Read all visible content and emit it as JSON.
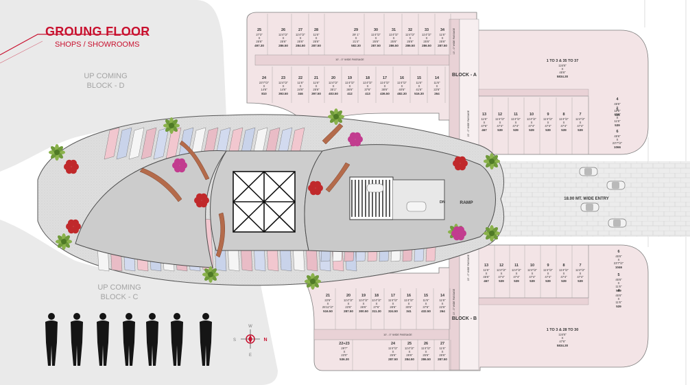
{
  "header": {
    "title": "GROUNG FLOOR",
    "subtitle": "SHOPS / SHOWROOMS"
  },
  "upcoming": [
    {
      "line1": "UP COMING",
      "line2": "BLOCK - D"
    },
    {
      "line1": "UP COMING",
      "line2": "BLOCK - C"
    }
  ],
  "block_labels": {
    "a": "BLOCK - A",
    "b": "BLOCK - B"
  },
  "ramp": {
    "label": "RAMP",
    "dn": "DN"
  },
  "entry": {
    "label": "18.00 MT. WIDE ENTRY"
  },
  "passages": {
    "a_horizontal": "10' - 0\" WIDE PASSAGE",
    "b_horizontal": "10' - 0\" WIDE PASSAGE",
    "a_vertical": "10' - 0\" WIDE PASSAGE",
    "b_vertical": "10' - 0\" WIDE PASSAGE",
    "a_vertical2": "22' - 0\" WIDE PASSAGE",
    "b_vertical2": "22' - 0\" WIDE PASSAGE"
  },
  "compass": {
    "n": "N",
    "s": "S",
    "e": "E",
    "w": "W"
  },
  "colors": {
    "accent": "#c8102e",
    "shop_fill": "#f3e4e6",
    "plaza": "#d9d9d9",
    "tree": "#6f9a3a",
    "flower_red": "#c0292b",
    "flower_pink": "#c23c8f",
    "ramp_edge": "#b46b4b"
  },
  "block_a": {
    "top_row": [
      {
        "no": "25",
        "dim": "27'3\" X 25'6\"",
        "area": "497.30"
      },
      {
        "no": "26",
        "dim": "11'4\"/2\" X 25'6\"",
        "area": "286.50"
      },
      {
        "no": "27",
        "dim": "11'4\"/2\" X 25'6\"",
        "area": "284.50"
      },
      {
        "no": "28",
        "dim": "11'6\" X 25'6\"",
        "area": "287.50"
      },
      {
        "no": "29",
        "dim": "29' 1\" X 21'4\"",
        "area": "582.30"
      },
      {
        "no": "30",
        "dim": "11'4\"/2\" X 25'6\"",
        "area": "287.50"
      },
      {
        "no": "31",
        "dim": "11'4\"/2\" X 25'6\"",
        "area": "286.50"
      },
      {
        "no": "32",
        "dim": "11'4\"/2\" X 25'6\"",
        "area": "286.50"
      },
      {
        "no": "33",
        "dim": "11'4\"/2\" X 25'6\"",
        "area": "286.50"
      },
      {
        "no": "34",
        "dim": "11'6\" X 25'6\"",
        "area": "287.50"
      }
    ],
    "mid_row": [
      {
        "no": "24",
        "dim": "23'7\"/2\" X 14'6\"",
        "area": "810"
      },
      {
        "no": "23",
        "dim": "11'4\"/2\" X 14'6\"",
        "area": "393.50"
      },
      {
        "no": "22",
        "dim": "11'6\" X 24'6\"",
        "area": "346"
      },
      {
        "no": "21",
        "dim": "11'6\" X 25'6\"",
        "area": "397.50"
      },
      {
        "no": "20",
        "dim": "11'4\"/2\" X 35'1\"",
        "area": "403.50"
      },
      {
        "no": "19",
        "dim": "11'4\"/2\" X 36'6\"",
        "area": "412"
      },
      {
        "no": "18",
        "dim": "11'4\"/2\" X 37'6\"",
        "area": "413"
      },
      {
        "no": "17",
        "dim": "11'4\"/2\" X 38'6\"",
        "area": "436.50"
      },
      {
        "no": "16",
        "dim": "11'4\"/2\" X 40'6\"",
        "area": "482.30"
      },
      {
        "no": "15",
        "dim": "11'6\" X 41'6\"",
        "area": "516.30"
      },
      {
        "no": "14",
        "dim": "11'6\" X 22'6\"",
        "area": "264"
      }
    ],
    "right_row": [
      {
        "no": "13",
        "dim": "11'6\" X 47'6\"",
        "area": "467"
      },
      {
        "no": "12",
        "dim": "11'4\"/2\" X 47'4\"",
        "area": "539"
      },
      {
        "no": "11",
        "dim": "11'4\"/2\" X 47'4\"",
        "area": "539"
      },
      {
        "no": "10",
        "dim": "11'4\"/2\" X 47'4\"",
        "area": "539"
      },
      {
        "no": "9",
        "dim": "11'4\"/2\" X 47'4\"",
        "area": "539"
      },
      {
        "no": "8",
        "dim": "11'4\"/2\" X 47'4\"",
        "area": "539"
      },
      {
        "no": "7",
        "dim": "11'4\"/2\" X 47'4\"",
        "area": "539"
      }
    ],
    "big": {
      "no": "1 TO 3 & 35 TO 37",
      "dim": "124'6\" X 45'6\"",
      "area": "5834.30"
    },
    "east": [
      {
        "no": "4",
        "dim": "45'6\" X 11'6\"",
        "area": "539"
      },
      {
        "no": "5",
        "dim": "45'6\" X 11'6\"",
        "area": "539"
      },
      {
        "no": "6",
        "dim": "45'6\" X 23'7\"/2\"",
        "area": "1066"
      }
    ]
  },
  "block_b": {
    "top_row": [
      {
        "no": "21",
        "dim": "22'6\" X 25'11\"/2\"",
        "area": "516.50"
      },
      {
        "no": "20",
        "dim": "11'4\"/2\" X 23'6\"",
        "area": "287.50"
      },
      {
        "no": "19",
        "dim": "11'4\"/2\" X 26'6\"",
        "area": "300.50"
      },
      {
        "no": "18",
        "dim": "11'4\"/2\" X 27'6\"",
        "area": "311.30"
      },
      {
        "no": "17",
        "dim": "11'4\"/2\" X 28'6\"",
        "area": "324.50"
      },
      {
        "no": "16",
        "dim": "11'4\"/2\" X 30'6\"",
        "area": "341"
      },
      {
        "no": "15",
        "dim": "11'6\" X 37'6\"",
        "area": "432.50"
      },
      {
        "no": "14",
        "dim": "11'6\" X 22'6\"",
        "area": "264"
      }
    ],
    "bottom_row": [
      {
        "no": "22+23",
        "dim": "29'7\" X 23'0\"",
        "area": "536.30"
      },
      {
        "no": "24",
        "dim": "11'4\"/2\" X 25'6\"",
        "area": "287.50"
      },
      {
        "no": "25",
        "dim": "11'4\"/2\" X 25'6\"",
        "area": "284.50"
      },
      {
        "no": "26",
        "dim": "11'4\"/2\" X 25'6\"",
        "area": "286.50"
      },
      {
        "no": "27",
        "dim": "11'6\" X 25'6\"",
        "area": "287.50"
      }
    ],
    "right_row": [
      {
        "no": "13",
        "dim": "11'6\" X 45'6\"",
        "area": "467"
      },
      {
        "no": "12",
        "dim": "11'4\"/2\" X 47'4\"",
        "area": "539"
      },
      {
        "no": "11",
        "dim": "11'4\"/2\" X 47'4\"",
        "area": "539"
      },
      {
        "no": "10",
        "dim": "11'4\"/2\" X 47'4\"",
        "area": "539"
      },
      {
        "no": "9",
        "dim": "11'4\"/2\" X 47'4\"",
        "area": "539"
      },
      {
        "no": "8",
        "dim": "11'4\"/2\" X 47'4\"",
        "area": "539"
      },
      {
        "no": "7",
        "dim": "11'4\"/2\" X 47'4\"",
        "area": "539"
      }
    ],
    "big": {
      "no": "1 TO 3 & 28 TO 30",
      "dim": "124'6\" X 47'6\"",
      "area": "5834.30"
    },
    "east": [
      {
        "no": "6",
        "dim": "45'6\" X 23'7\"/2\"",
        "area": "1046"
      },
      {
        "no": "5",
        "dim": "45'6\" X 11'6\"",
        "area": "539"
      },
      {
        "no": "4",
        "dim": "45'6\" X 11'6\"",
        "area": "539"
      }
    ]
  }
}
